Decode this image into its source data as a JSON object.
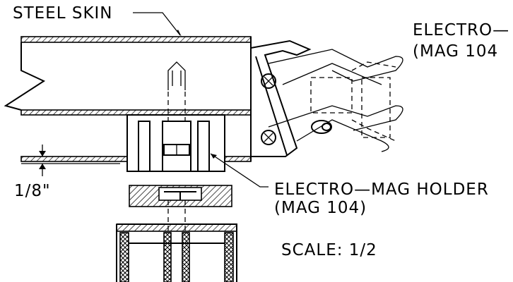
{
  "labels": {
    "steel_skin": "STEEL SKIN",
    "electro_top_line1": "ELECTRO—",
    "electro_top_line2": "(MAG 104",
    "dimension": "1/8\"",
    "holder_line1": "ELECTRO—MAG HOLDER",
    "holder_line2": "(MAG 104)",
    "scale": "SCALE: 1/2"
  }
}
